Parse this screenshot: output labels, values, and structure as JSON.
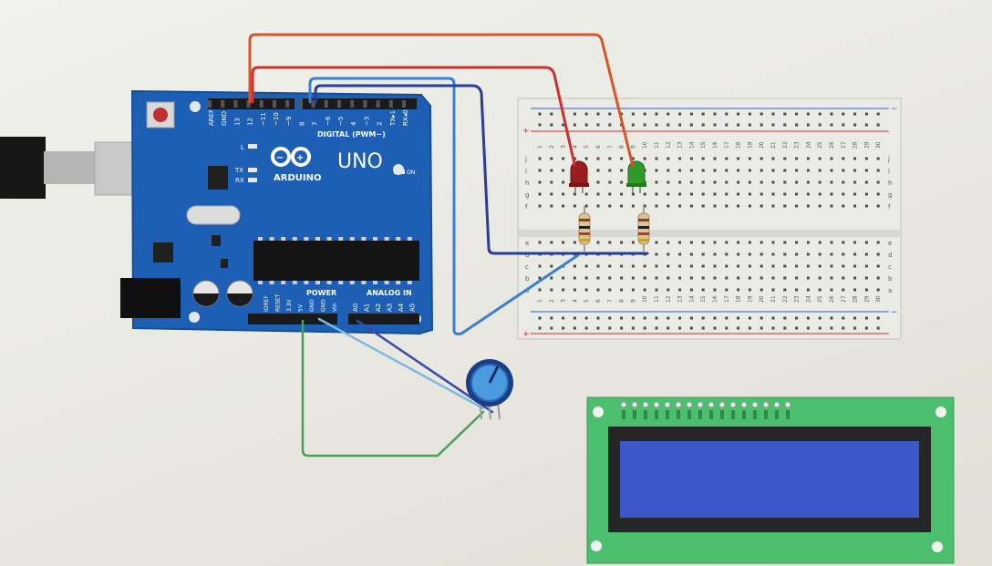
{
  "arduino": {
    "model": "UNO",
    "brand": "ARDUINO",
    "digital_label": "DIGITAL (PWM~)",
    "power_label": "POWER",
    "analog_label": "ANALOG IN",
    "on_label": "ON",
    "l_label": "L",
    "tx_label": "TX",
    "rx_label": "RX",
    "top_pins": [
      "AREF",
      "GND",
      "13",
      "12",
      "~11",
      "~10",
      "~9",
      "8",
      "7",
      "~6",
      "~5",
      "4",
      "~3",
      "2",
      "TX▸1",
      "RX◂0"
    ],
    "power_pins": [
      "IOREF",
      "RESET",
      "3.3V",
      "5V",
      "GND",
      "GND",
      "Vin"
    ],
    "analog_pins": [
      "A0",
      "A1",
      "A2",
      "A3",
      "A4",
      "A5"
    ]
  },
  "breadboard": {
    "columns": [
      "1",
      "2",
      "3",
      "4",
      "5",
      "6",
      "7",
      "8",
      "9",
      "10",
      "11",
      "12",
      "13",
      "14",
      "15",
      "16",
      "17",
      "18",
      "19",
      "20",
      "21",
      "22",
      "23",
      "24",
      "25",
      "26",
      "27",
      "28",
      "29",
      "30"
    ],
    "rows_top": [
      "j",
      "i",
      "h",
      "g",
      "f"
    ],
    "rows_bottom": [
      "e",
      "d",
      "c",
      "b",
      "a"
    ],
    "rail_plus": "+",
    "rail_minus": "−"
  },
  "components": {
    "led_red": "red LED",
    "led_green": "green LED",
    "lcd_display": "16x2 LCD"
  },
  "colors": {
    "arduino_blue": "#1d5fb4",
    "breadboard": "#ebebe6",
    "wire_orange": "#d9542a",
    "wire_red": "#cc3030",
    "wire_blue": "#3a7fd0",
    "wire_navy": "#2a3c9a",
    "wire_green": "#4aa050",
    "wire_light_blue": "#7fb8e0",
    "lcd_pcb": "#4cbf6e",
    "lcd_screen": "#3b57c8"
  }
}
